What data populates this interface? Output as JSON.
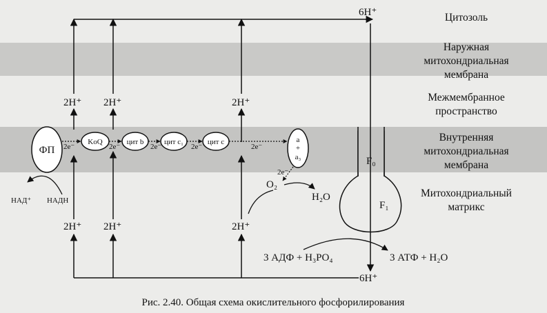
{
  "regions": {
    "cytosol": "Цитозоль",
    "outer_membrane": [
      "Наружная",
      "митохондриальная",
      "мембрана"
    ],
    "intermembrane": [
      "Межмембранное",
      "пространство"
    ],
    "inner_membrane": [
      "Внутренняя",
      "митохондриальная",
      "мембрана"
    ],
    "matrix": [
      "Митохондриальный",
      "матрикс"
    ]
  },
  "complexes": {
    "fp": "ФП",
    "koq": "KoQ",
    "cyt_b": "цит b",
    "cyt_c1": "цит c₁",
    "cyt_c": "цит c",
    "aa3": [
      "a",
      "+",
      "a₃"
    ]
  },
  "electrons": {
    "e1": "2e⁻",
    "e2": "2e⁻",
    "e3": "2e⁻",
    "e4": "2e⁻",
    "e5": "2e⁻",
    "e6": "2e⁻"
  },
  "protons": {
    "top1": "2H⁺",
    "top2": "2H⁺",
    "top3": "2H⁺",
    "bot1": "2H⁺",
    "bot2": "2H⁺",
    "bot3": "2H⁺",
    "top_total": "6H⁺",
    "bottom_total": "6H⁺"
  },
  "substrates": {
    "nad": "НАД⁺",
    "nadh": "НАДН",
    "o2": "O₂",
    "h2o": "H₂O",
    "adp": "3 АДФ + H₃PO₄",
    "atp": "3 АТФ + H₂O"
  },
  "synthase": {
    "f0": "F₀",
    "f1": "F₁"
  },
  "caption": "Рис. 2.40. Общая схема окислительного фосфорилирования"
}
